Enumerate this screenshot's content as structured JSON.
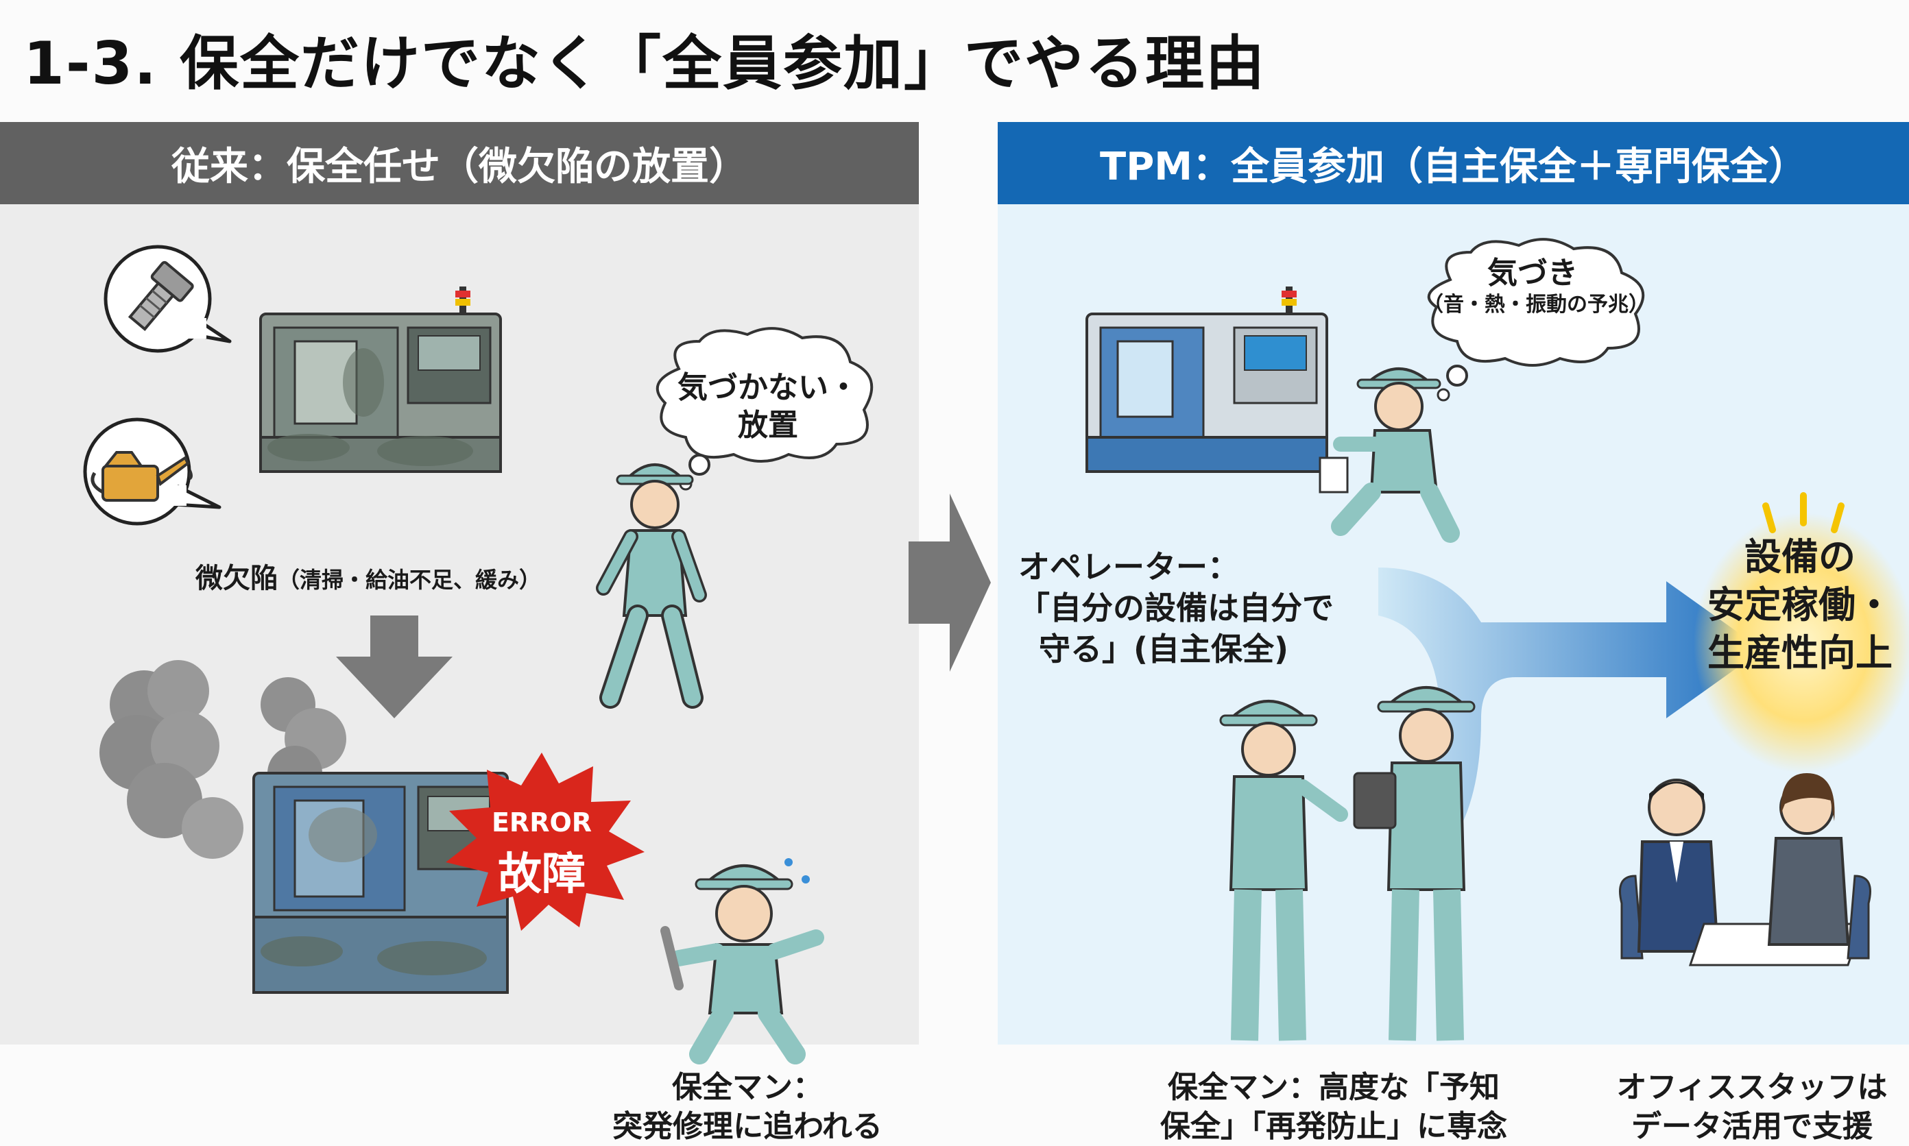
{
  "title": "1-3. 保全だけでなく「全員参加」でやる理由",
  "left": {
    "header": "従来：保全任せ（微欠陥の放置）",
    "defect_label": "微欠陥",
    "defect_note": "（清掃・給油不足、緩み）",
    "thought_line1": "気づかない・",
    "thought_line2": "放置",
    "error_badge_top": "ERROR",
    "error_badge_main": "故障",
    "maintenance_line1": "保全マン：",
    "maintenance_line2": "突発修理に追われる"
  },
  "right": {
    "header": "TPM：全員参加（自主保全＋専門保全）",
    "notice_title": "気づき",
    "notice_sub": "（音・熱・振動の予兆）",
    "operator_line1": "オペレーター：",
    "operator_line2": "「自分の設備は自分で",
    "operator_line3": "守る」(自主保全)",
    "maintenance_line1": "保全マン：高度な「予知",
    "maintenance_line2": "保全」「再発防止」に専念",
    "office_line1": "オフィススタッフは",
    "office_line2": "データ活用で支援",
    "result_line1": "設備の",
    "result_line2": "安定稼働・",
    "result_line3": "生産性向上"
  },
  "colors": {
    "left_header_bg": "#616161",
    "right_header_bg": "#1468b4",
    "error_red": "#d9261c",
    "accent_yellow": "#f5c400",
    "flow_blue": "#1f6fc0",
    "worker_green": "#8fc5c1"
  }
}
